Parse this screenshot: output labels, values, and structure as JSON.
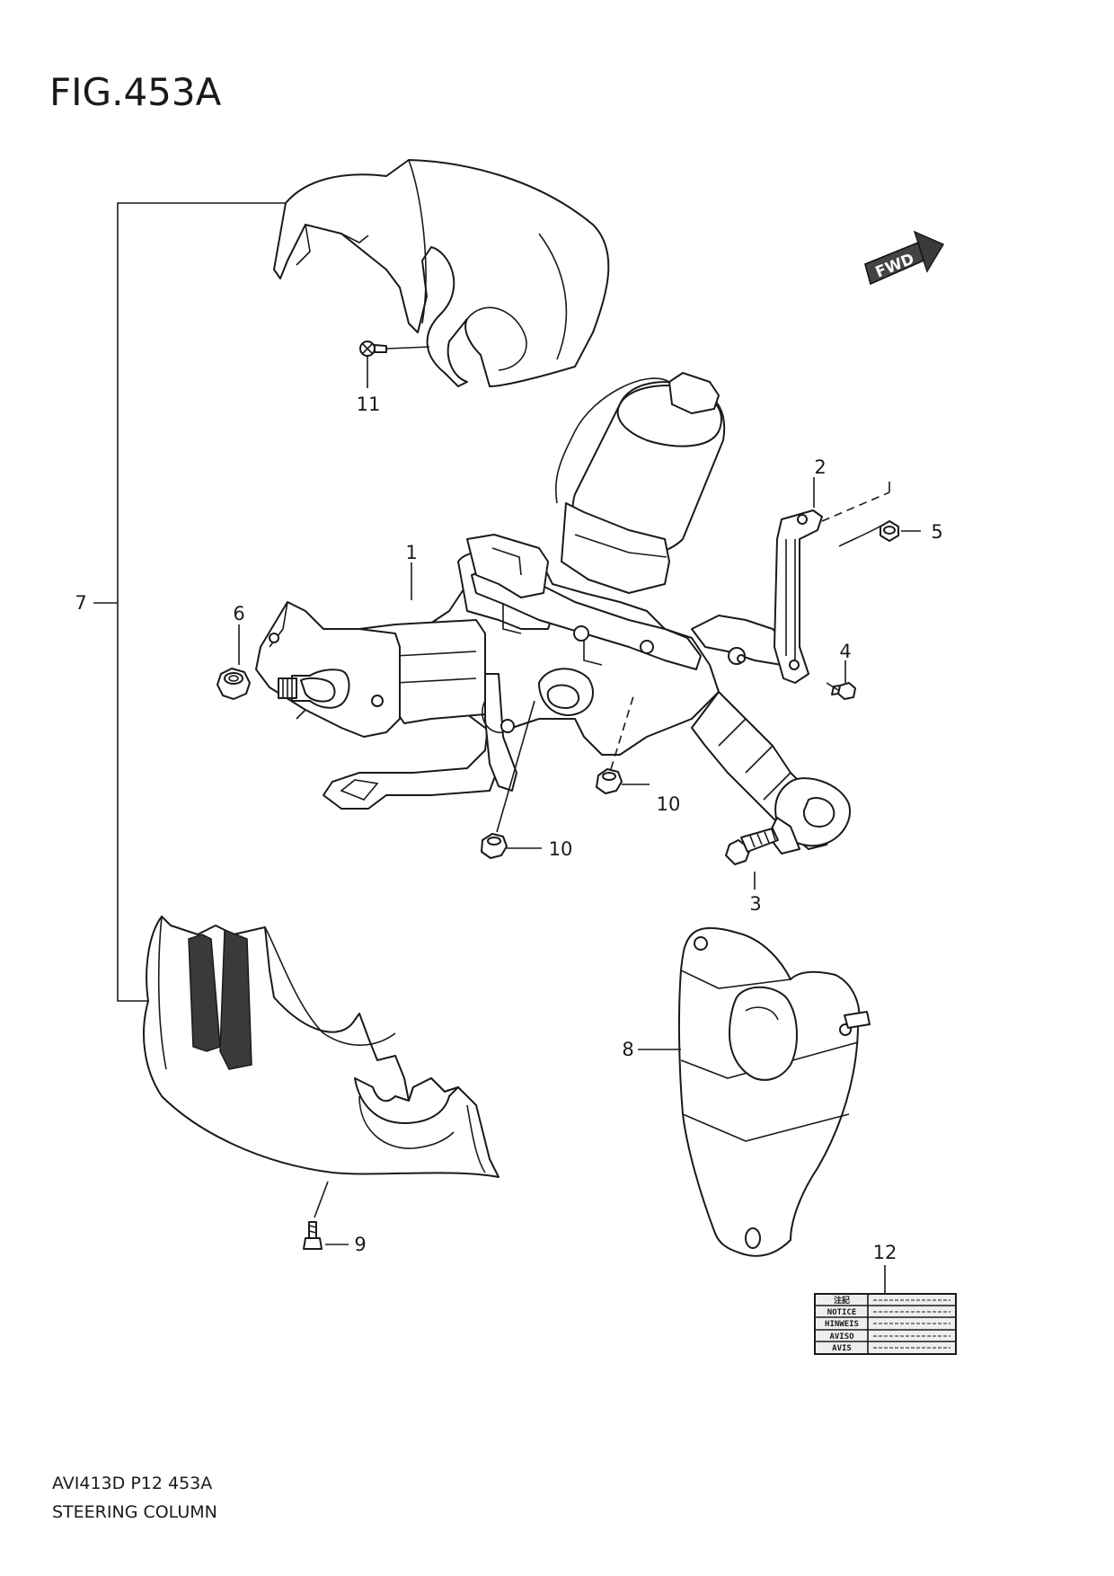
{
  "figure": {
    "title": "FIG.453A"
  },
  "footer": {
    "code": "AVI413D P12 453A",
    "name": "STEERING COLUMN"
  },
  "fwd_label": "FWD",
  "callouts": [
    {
      "id": "1",
      "label": "1"
    },
    {
      "id": "2",
      "label": "2"
    },
    {
      "id": "3",
      "label": "3"
    },
    {
      "id": "4",
      "label": "4"
    },
    {
      "id": "5",
      "label": "5"
    },
    {
      "id": "6",
      "label": "6"
    },
    {
      "id": "7",
      "label": "7"
    },
    {
      "id": "8",
      "label": "8"
    },
    {
      "id": "9",
      "label": "9"
    },
    {
      "id": "10a",
      "label": "10"
    },
    {
      "id": "10b",
      "label": "10"
    },
    {
      "id": "11",
      "label": "11"
    },
    {
      "id": "12",
      "label": "12"
    }
  ],
  "notice_label": {
    "rows": [
      "注記",
      "NOTICE",
      "HINWEIS",
      "AVISO",
      "AVIS"
    ]
  },
  "icons": {
    "fwd": "fwd-arrow-icon"
  }
}
